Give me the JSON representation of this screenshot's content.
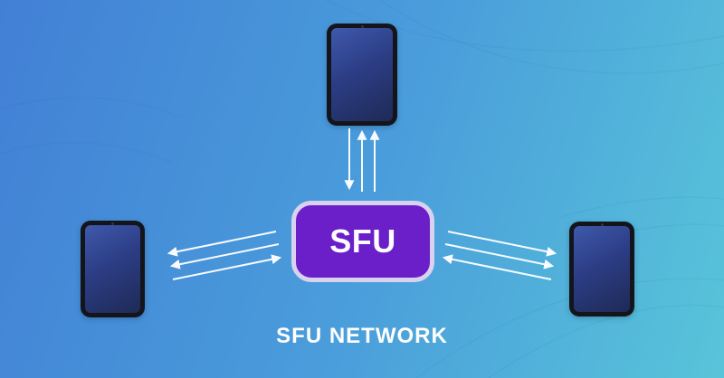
{
  "diagram": {
    "sfu_label": "SFU",
    "caption": "SFU NETWORK",
    "nodes": [
      {
        "id": "sfu",
        "type": "server",
        "label": "SFU"
      },
      {
        "id": "device-top",
        "type": "tablet"
      },
      {
        "id": "device-left",
        "type": "tablet"
      },
      {
        "id": "device-right",
        "type": "tablet"
      }
    ],
    "links": [
      {
        "between": [
          "device-top",
          "sfu"
        ],
        "arrows_to_sfu": 1,
        "arrows_to_device": 2
      },
      {
        "between": [
          "device-left",
          "sfu"
        ],
        "arrows_to_sfu": 1,
        "arrows_to_device": 2
      },
      {
        "between": [
          "device-right",
          "sfu"
        ],
        "arrows_to_sfu": 1,
        "arrows_to_device": 2
      }
    ]
  },
  "colors": {
    "background_gradient": [
      "#4280d5",
      "#4a9ddb",
      "#58c4d9"
    ],
    "sfu_fill": "#6a1fc9",
    "sfu_border": "#d8d2ee",
    "arrow": "#f7fbff",
    "device_frame": "#14151b",
    "device_screen_gradient": [
      "#3f59ac",
      "#1e2a56"
    ],
    "caption_text": "#ffffff",
    "sfu_text": "#fdfcff"
  }
}
